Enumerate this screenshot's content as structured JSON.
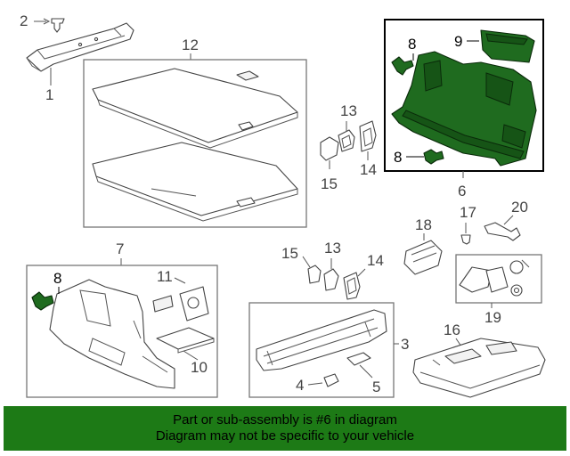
{
  "callouts": {
    "c1": "1",
    "c2": "2",
    "c3": "3",
    "c4": "4",
    "c5": "5",
    "c6": "6",
    "c7": "7",
    "c8a": "8",
    "c8b": "8",
    "c8c": "8",
    "c9": "9",
    "c10": "10",
    "c11": "11",
    "c12": "12",
    "c13a": "13",
    "c13b": "13",
    "c14a": "14",
    "c14b": "14",
    "c15a": "15",
    "c15b": "15",
    "c16": "16",
    "c17": "17",
    "c18": "18",
    "c19": "19",
    "c20": "20"
  },
  "banner": {
    "line1": "Part or sub-assembly is #6 in diagram",
    "line2": "Diagram may not be specific to your vehicle"
  },
  "colors": {
    "highlight": "#1f6b1f",
    "banner": "#1d7a16"
  }
}
